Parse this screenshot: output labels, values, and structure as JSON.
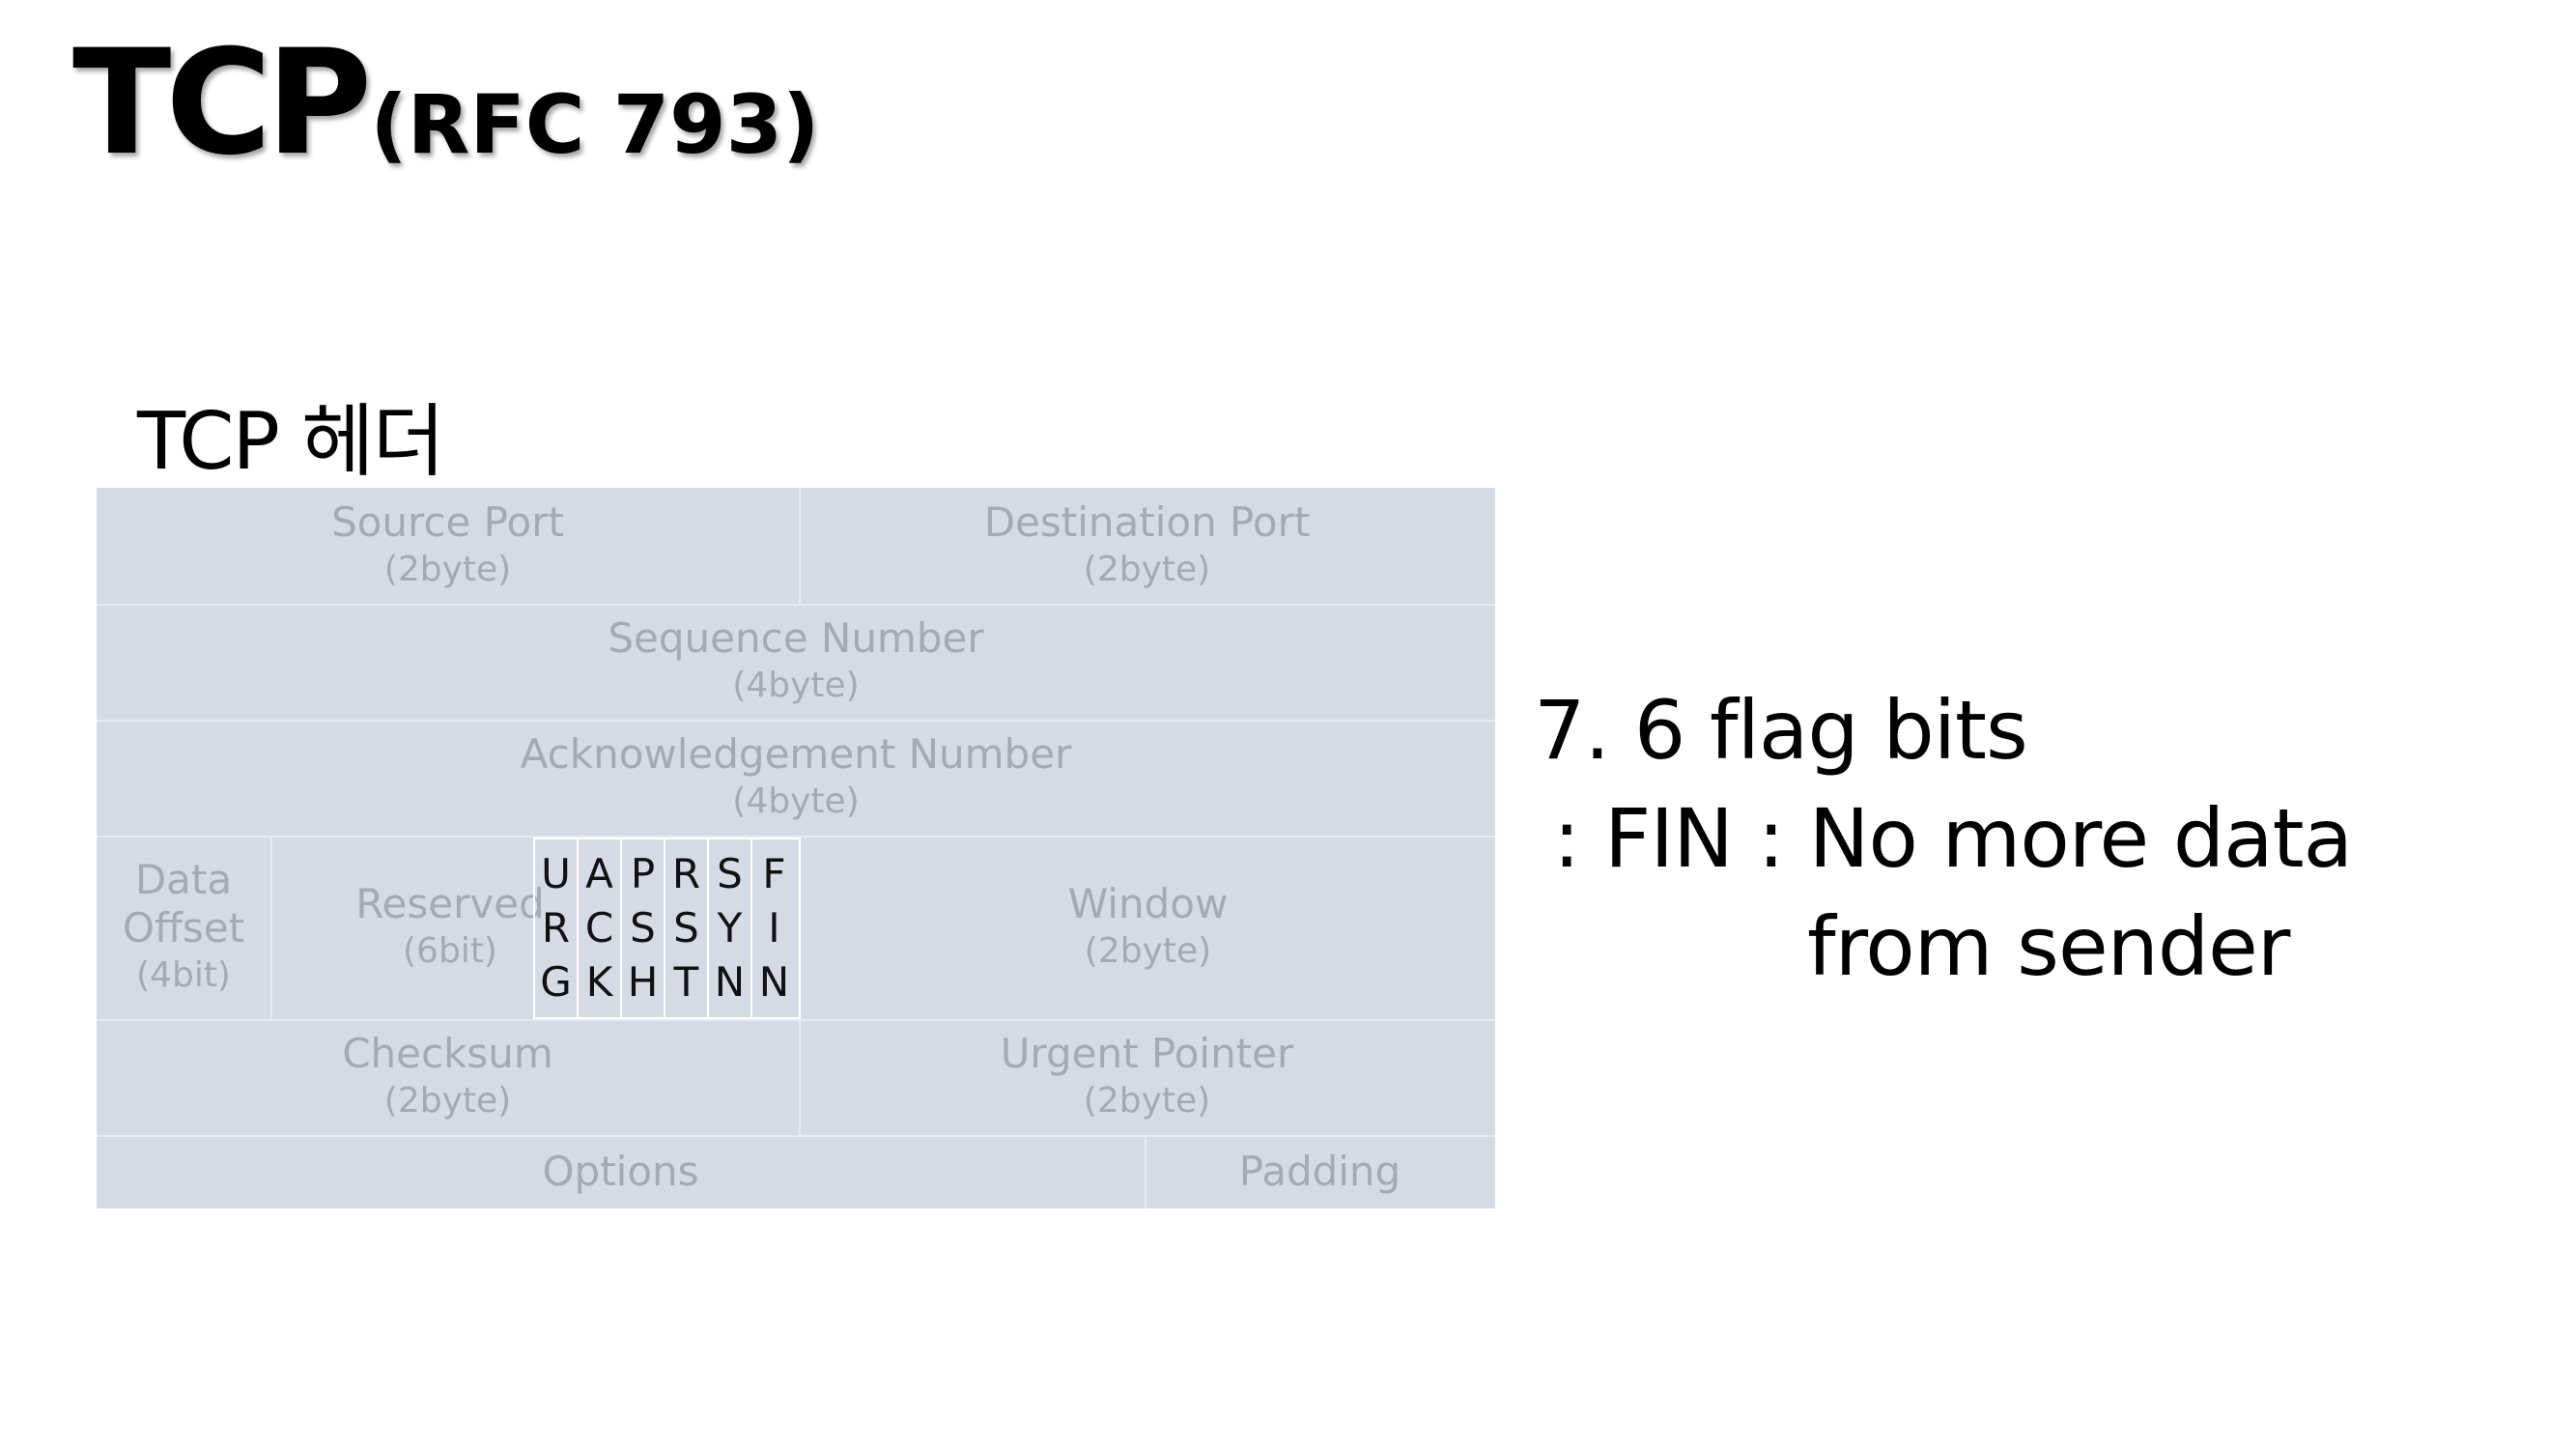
{
  "title": {
    "main": "TCP",
    "sub": "(RFC 793)"
  },
  "section_heading": "TCP 헤더",
  "header_fields": {
    "source_port": {
      "name": "Source Port",
      "size": "(2byte)"
    },
    "destination_port": {
      "name": "Destination Port",
      "size": "(2byte)"
    },
    "sequence_number": {
      "name": "Sequence Number",
      "size": "(4byte)"
    },
    "acknowledgement_number": {
      "name": "Acknowledgement Number",
      "size": "(4byte)"
    },
    "data_offset": {
      "name_line1": "Data",
      "name_line2": "Offset",
      "size": "(4bit)"
    },
    "reserved": {
      "name": "Reserved",
      "size": "(6bit)"
    },
    "window": {
      "name": "Window",
      "size": "(2byte)"
    },
    "checksum": {
      "name": "Checksum",
      "size": "(2byte)"
    },
    "urgent_pointer": {
      "name": "Urgent Pointer",
      "size": "(2byte)"
    },
    "options": {
      "name": "Options"
    },
    "padding": {
      "name": "Padding"
    }
  },
  "flags": [
    [
      "U",
      "R",
      "G"
    ],
    [
      "A",
      "C",
      "K"
    ],
    [
      "P",
      "S",
      "H"
    ],
    [
      "R",
      "S",
      "T"
    ],
    [
      "S",
      "Y",
      "N"
    ],
    [
      "F",
      "I",
      "N"
    ]
  ],
  "explanation": {
    "line1": "7. 6 flag bits",
    "line2": " : FIN : No more data",
    "line3": "from sender"
  },
  "colors": {
    "table_fill": "#d5dbe4",
    "field_text": "#a2aab6",
    "flag_text": "#111111"
  }
}
